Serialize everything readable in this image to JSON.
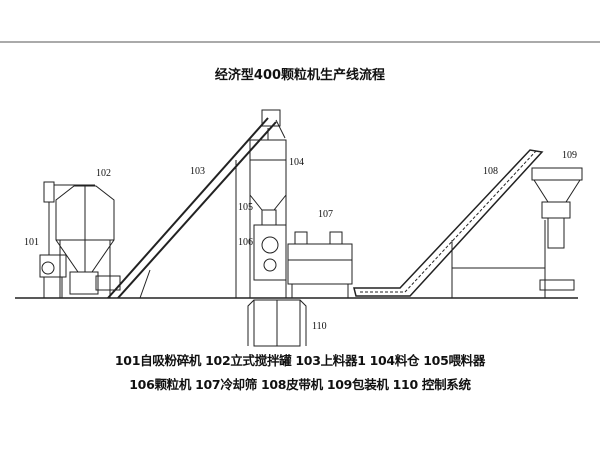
{
  "title": "经济型400颗粒机生产线流程",
  "labels": {
    "l101": "101",
    "l102": "102",
    "l103": "103",
    "l104": "104",
    "l105": "105",
    "l106": "106",
    "l107": "107",
    "l108": "108",
    "l109": "109",
    "l110": "110"
  },
  "legend": {
    "line1": "101自吸粉碎机 102立式搅拌罐 103上料器1 104料仓 105喂料器",
    "line2": "106颗粒机 107冷却筛 108皮带机 109包装机 110 控制系统"
  }
}
